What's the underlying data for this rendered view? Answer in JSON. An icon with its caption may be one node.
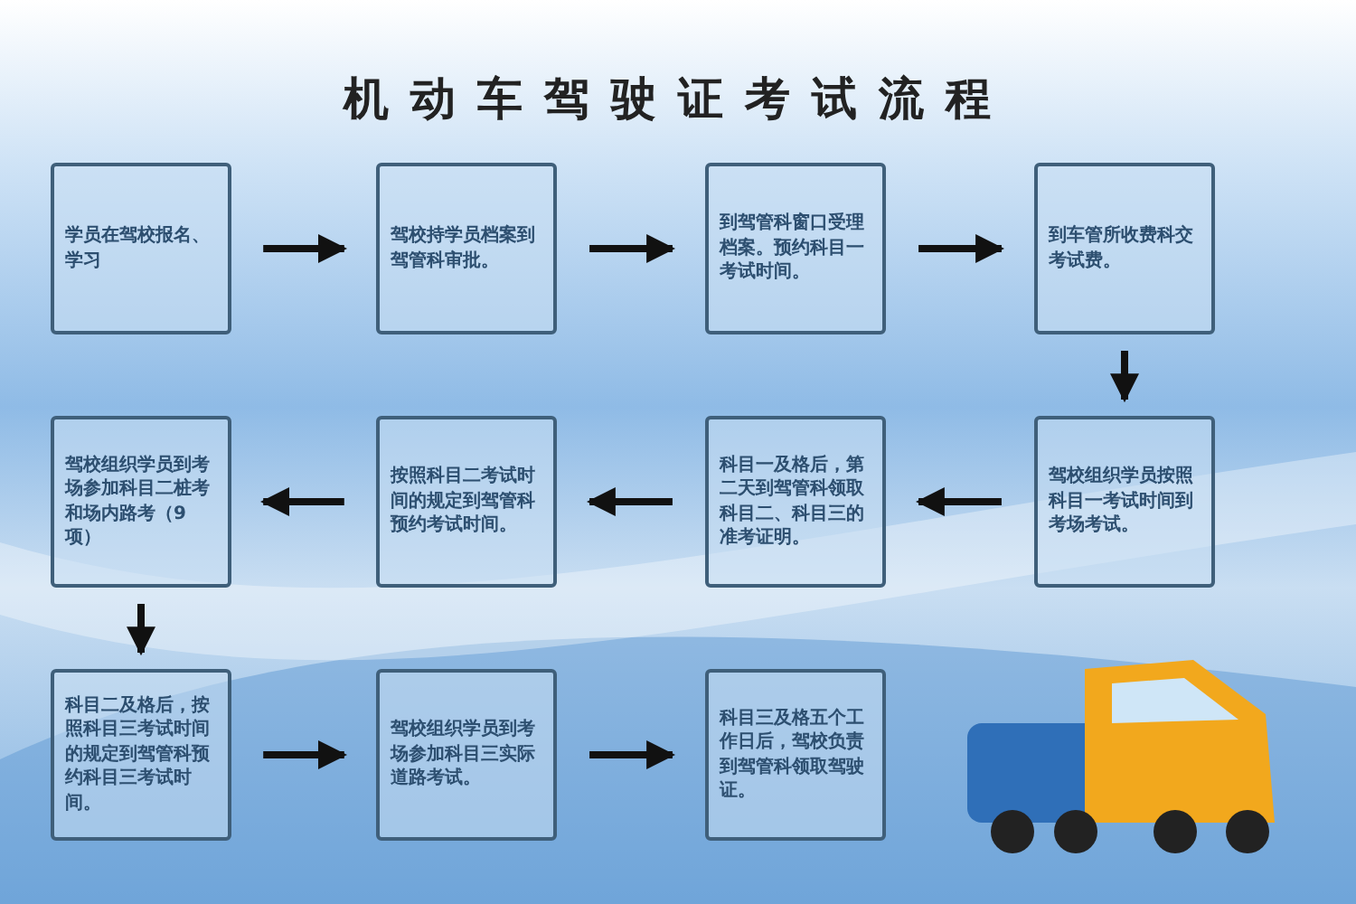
{
  "diagram": {
    "title": "机动车驾驶证考试流程",
    "nodes": [
      {
        "text": [
          "学员在驾校报名、学习"
        ]
      },
      {
        "text": [
          "驾校持学员档案到驾管科审批。"
        ]
      },
      {
        "text": [
          "到驾管科窗口受理档案。预约科目一考试时间。"
        ]
      },
      {
        "text": [
          "到车管所收费科交考试费。"
        ]
      },
      {
        "text": [
          "驾校组织学员按照科目一考试时间到考场考试。"
        ]
      },
      {
        "text": [
          "科目一及格后，第二天到驾管科领取科目二、科目三的准考证明。"
        ]
      },
      {
        "text": [
          "按照科目二考试时间的规定到驾管科预约考试时间。"
        ]
      },
      {
        "text": [
          "驾校组织学员到考场参加科目二桩考和场内路考（9项）"
        ]
      },
      {
        "text": [
          "科目二及格后，按照科目三考试时间的规定到驾管科预约科目三考试时间。"
        ]
      },
      {
        "text": [
          "驾校组织学员到考场参加科目三实际道路考试。"
        ]
      },
      {
        "text": [
          "科目三及格五个工作日后，驾校负责到驾管科领取驾驶证。"
        ]
      }
    ],
    "edges": [
      {
        "from": 0,
        "to": 1,
        "arrow": "to"
      },
      {
        "from": 1,
        "to": 2,
        "arrow": "to"
      },
      {
        "from": 2,
        "to": 3,
        "arrow": "to"
      },
      {
        "from": 3,
        "to": 4,
        "arrow": "to"
      },
      {
        "from": 4,
        "to": 5,
        "arrow": "to"
      },
      {
        "from": 5,
        "to": 6,
        "arrow": "to"
      },
      {
        "from": 6,
        "to": 7,
        "arrow": "to"
      },
      {
        "from": 7,
        "to": 8,
        "arrow": "to"
      },
      {
        "from": 8,
        "to": 9,
        "arrow": "to"
      },
      {
        "from": 9,
        "to": 10,
        "arrow": "to"
      }
    ]
  }
}
